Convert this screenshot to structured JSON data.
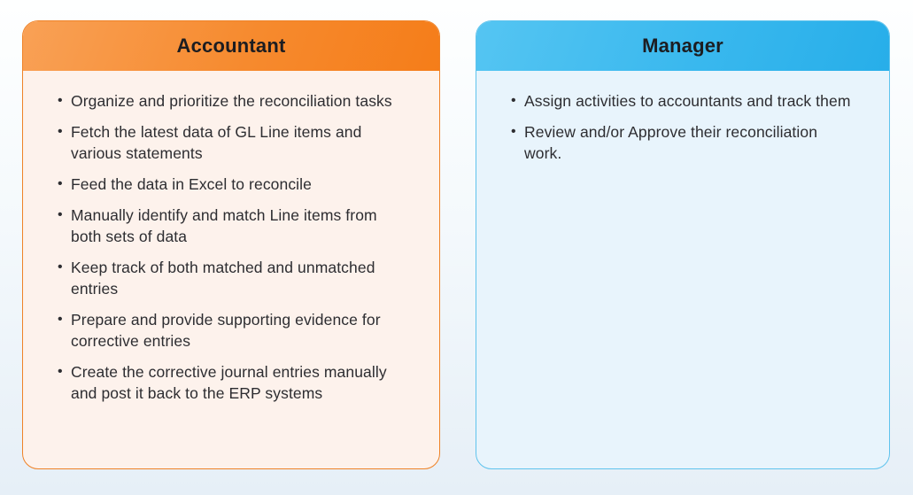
{
  "colors": {
    "page_bg_top": "#feffff",
    "page_bg_bottom": "#e6eff7",
    "accountant_header_start": "#f9a156",
    "accountant_header_end": "#f57d19",
    "accountant_border": "#ef8227",
    "accountant_body_bg": "#fdf2ec",
    "manager_header_start": "#55c5f2",
    "manager_header_end": "#27aee9",
    "manager_border": "#5fc3ed",
    "manager_body_bg": "#e8f4fc",
    "title_text": "#1c1d21",
    "body_text": "#2d2d31"
  },
  "cards": [
    {
      "id": "accountant",
      "title": "Accountant",
      "items": [
        "Organize and prioritize the reconciliation tasks",
        "Fetch the latest data of GL Line items and various statements",
        "Feed the data in Excel to reconcile",
        "Manually identify and match Line items from both sets of data",
        "Keep track of both matched and unmatched entries",
        "Prepare and provide supporting evidence for corrective entries",
        "Create the corrective journal entries manually and post it back to the ERP systems"
      ]
    },
    {
      "id": "manager",
      "title": "Manager",
      "items": [
        "Assign activities to accountants and track them",
        "Review and/or Approve their reconciliation work."
      ]
    }
  ]
}
